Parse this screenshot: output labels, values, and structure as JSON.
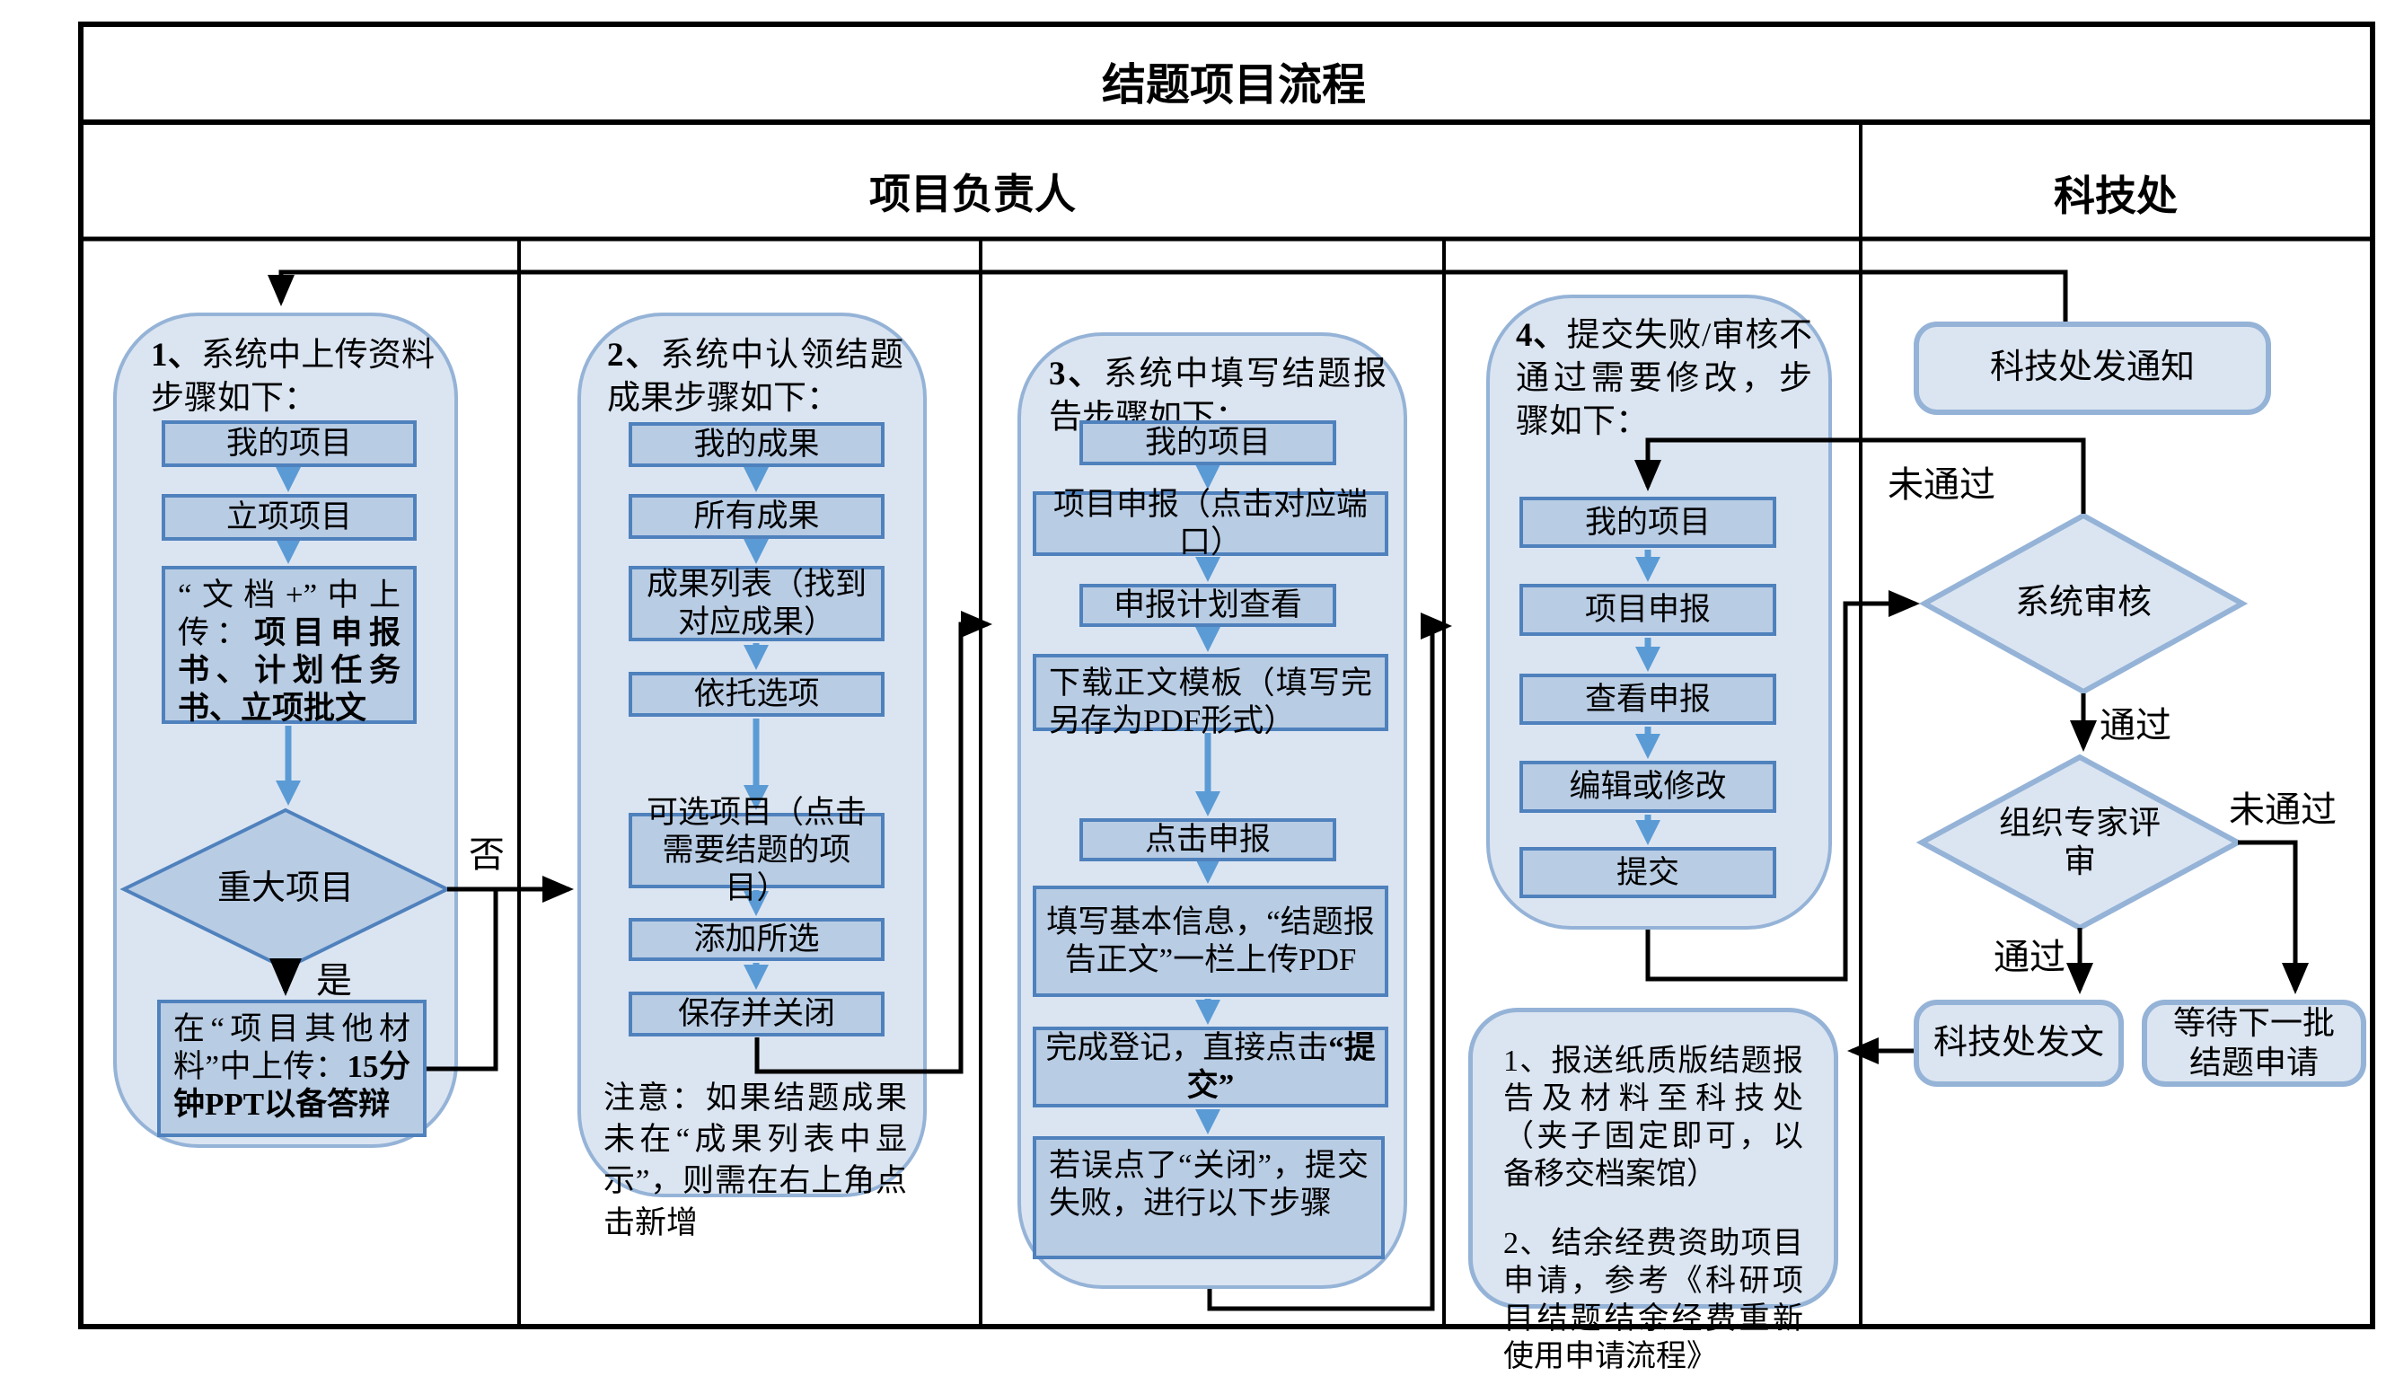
{
  "title": "结题项目流程",
  "lanes": {
    "left": "项目负责人",
    "right": "科技处"
  },
  "labels": {
    "yes": "是",
    "no": "否",
    "pass": "通过",
    "fail": "未通过"
  },
  "col1": {
    "num": "1、",
    "intro": "系统中上传资料步骤如下：",
    "step1": "我的项目",
    "step2": "立项项目",
    "step3a": "“文档+”中上传：",
    "step3b": "项目申报书、计划任务书、立项批文",
    "decision": "重大项目",
    "step4a": "在“项目其他材料”中上传：",
    "step4b": "15分钟PPT以备答辩"
  },
  "col2": {
    "num": "2、",
    "intro": "系统中认领结题成果步骤如下：",
    "step1": "我的成果",
    "step2": "所有成果",
    "step3": "成果列表（找到对应成果）",
    "step4": "依托选项",
    "step5": "可选项目（点击需要结题的项目）",
    "step6": "添加所选",
    "step7": "保存并关闭",
    "note": "注意：如果结题成果未在“成果列表中显示”，则需在右上角点击新增"
  },
  "col3": {
    "num": "3、",
    "intro": "系统中填写结题报告步骤如下：",
    "step1": "我的项目",
    "step2": "项目申报（点击对应端口）",
    "step3": "申报计划查看",
    "step4": "下载正文模板（填写完另存为PDF形式）",
    "step5": "点击申报",
    "step6": "填写基本信息，“结题报告正文”一栏上传PDF",
    "step7a": "完成登记，直接点击",
    "step7b": "“提交”",
    "step8": "若误点了“关闭”，提交失败，进行以下步骤"
  },
  "col4": {
    "num": "4、",
    "intro": "提交失败/审核不通过需要修改，步骤如下：",
    "step1": "我的项目",
    "step2": "项目申报",
    "step3": "查看申报",
    "step4": "编辑或修改",
    "step5": "提交"
  },
  "tech": {
    "notice": "科技处发通知",
    "audit": "系统审核",
    "review": "组织专家评审",
    "issue": "科技处发文",
    "wait": "等待下一批结题申请"
  },
  "notes": {
    "n1": "1、报送纸质版结题报告及材料至科技处（夹子固定即可，以备移交档案馆）",
    "n2": "2、结余经费资助项目申请，参考《科研项目结题结余经费重新使用申请流程》"
  },
  "colors": {
    "container_fill": "#dbe5f1",
    "container_border": "#95b3d7",
    "box_fill": "#b8cce4",
    "box_border": "#4f81bd",
    "arrow_blue": "#5b9bd5",
    "line_black": "#000000"
  }
}
